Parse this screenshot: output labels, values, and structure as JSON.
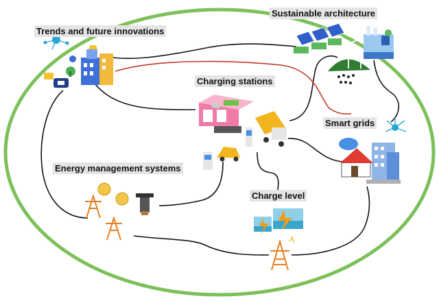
{
  "labels": {
    "trends": "Trends and future innovations",
    "sustainable": "Sustainable architecture",
    "charging": "Charging stations",
    "smart_grids": "Smart grids",
    "energy_mgmt": "Energy management systems",
    "charge_level": "Charge level"
  },
  "icons": {
    "trends": "city-innovation-icon",
    "sustainable": "solar-wind-plant-icon",
    "charging": "charging-station-icon",
    "truck": "delivery-truck-icon",
    "car": "electric-car-icon",
    "smart_grids": "smart-home-building-icon",
    "energy_mgmt": "power-towers-icon",
    "charge_level": "batteries-icon",
    "grid_tower": "transmission-tower-icon"
  },
  "colors": {
    "ellipse": "#7dc05b",
    "connector": "#111111",
    "highlight": "#c0392b",
    "label_bg": "#e4e4e4"
  }
}
